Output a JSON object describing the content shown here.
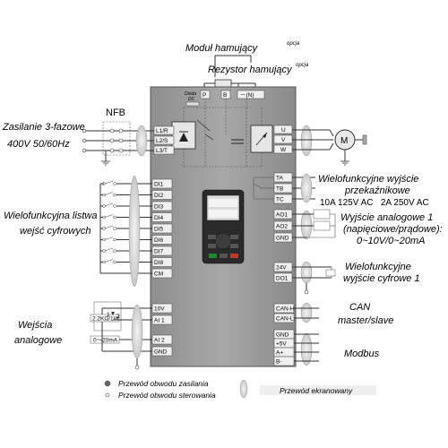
{
  "top": {
    "brake_module": "Moduł hamujący",
    "brake_module_sup": "opcja",
    "brake_resistor": "Rezystor hamujący",
    "brake_resistor_sup": "opcja",
    "diode_label": "Dioda\nDC",
    "terminal_p": "P",
    "terminal_b": "B",
    "terminal_minus": "－(N)"
  },
  "power": {
    "breaker_label": "NFB",
    "supply_line1": "Zasilanie 3-fazowe",
    "supply_line2": "400V 50/60Hz",
    "inputs": [
      "L1/R",
      "L2/S",
      "L3/T"
    ],
    "outputs": [
      "U",
      "V",
      "W"
    ],
    "motor_label": "M"
  },
  "digital_inputs": {
    "label_line1": "Wielofunkcyjna listwa",
    "label_line2": "wejść cyfrowych",
    "terminals": [
      "DI1",
      "DI2",
      "DI3",
      "DI4",
      "DI5",
      "DI6",
      "DI7",
      "DI8",
      "CM"
    ]
  },
  "analog_inputs": {
    "label_line1": "Wejścia",
    "label_line2": "analogowe",
    "pot_label": "2.2KΩ/1W",
    "current_label": "0～20mA",
    "terminals": [
      "10V",
      "AI 1",
      "AI 2",
      "GND"
    ]
  },
  "relay": {
    "label_line1": "Wielofunkcyjne wyjście",
    "label_line2": "przekaźnikowe",
    "rating": "10A 125V AC   2A 250V AC",
    "terminals": [
      "TA",
      "TB",
      "TC"
    ]
  },
  "analog_outputs": {
    "label_line1": "Wyjście analogowe 1",
    "label_line2": "(napięciowe/prądowe):",
    "label_line3": "0~10V/0~20mA",
    "terminals": [
      "AO1",
      "AO2",
      "GND"
    ]
  },
  "digital_output": {
    "label_line1": "Wielofunkcyjne",
    "label_line2": "wyjście  cyfrowe 1",
    "terminals": [
      "24V",
      "DO1"
    ]
  },
  "can": {
    "label_line1": "CAN",
    "label_line2": "master/slave",
    "terminals": [
      "CAN-H",
      "CAN-L"
    ]
  },
  "modbus": {
    "label": "Modbus",
    "terminals": [
      "GND",
      "+5V",
      "A+",
      "B-"
    ]
  },
  "legend": {
    "power_wire": "Przewód obwodu zasilania",
    "control_wire": "Przewód obwodu sterowania",
    "shielded_wire": "Przewód ekranowany"
  }
}
